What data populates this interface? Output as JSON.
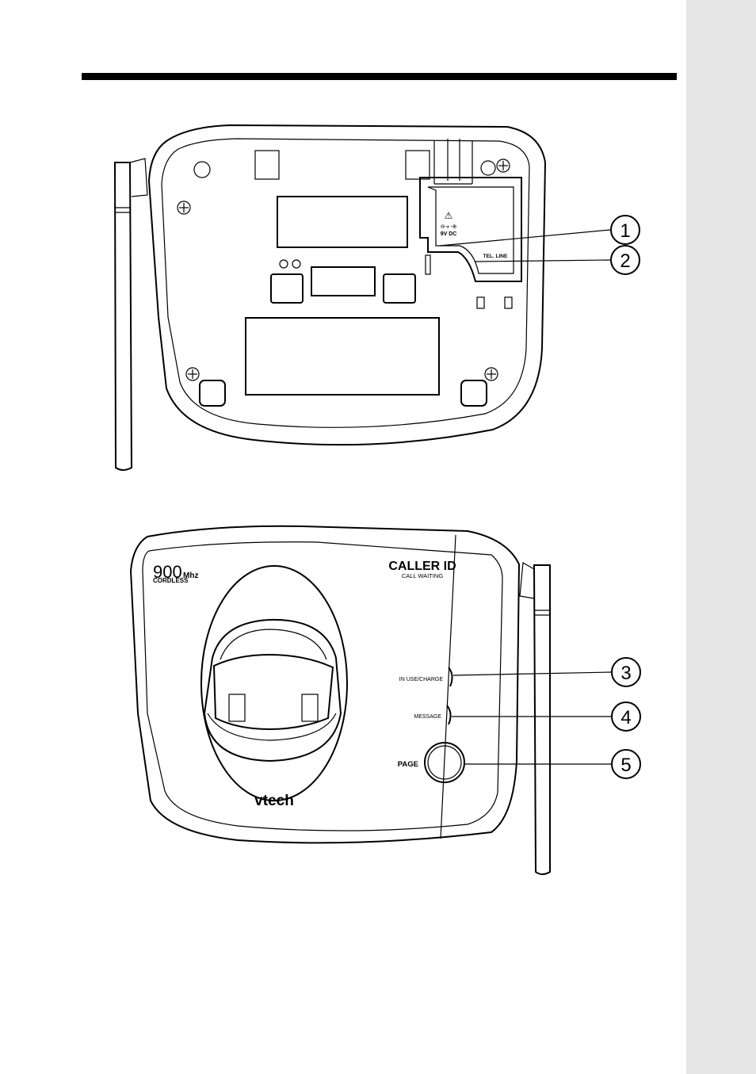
{
  "base_bottom": {
    "jack_warning_symbol": "⚠",
    "jack_polarity": "⊖-◐-⊕",
    "power_label": "9V DC",
    "line_label": "TEL. LINE"
  },
  "base_top": {
    "model_number": "900",
    "freq_unit": "Mhz",
    "model_type": "CORDLESS",
    "feature_title": "CALLER ID",
    "feature_subtitle": "CALL WAITING",
    "in_use_label": "IN USE/CHARGE",
    "message_label": "MESSAGE",
    "page_label": "PAGE",
    "brand": "vtech"
  },
  "callouts": [
    "1",
    "2",
    "3",
    "4",
    "5"
  ],
  "colors": {
    "side_strip": "#e6e6e6",
    "ink": "#000000"
  }
}
